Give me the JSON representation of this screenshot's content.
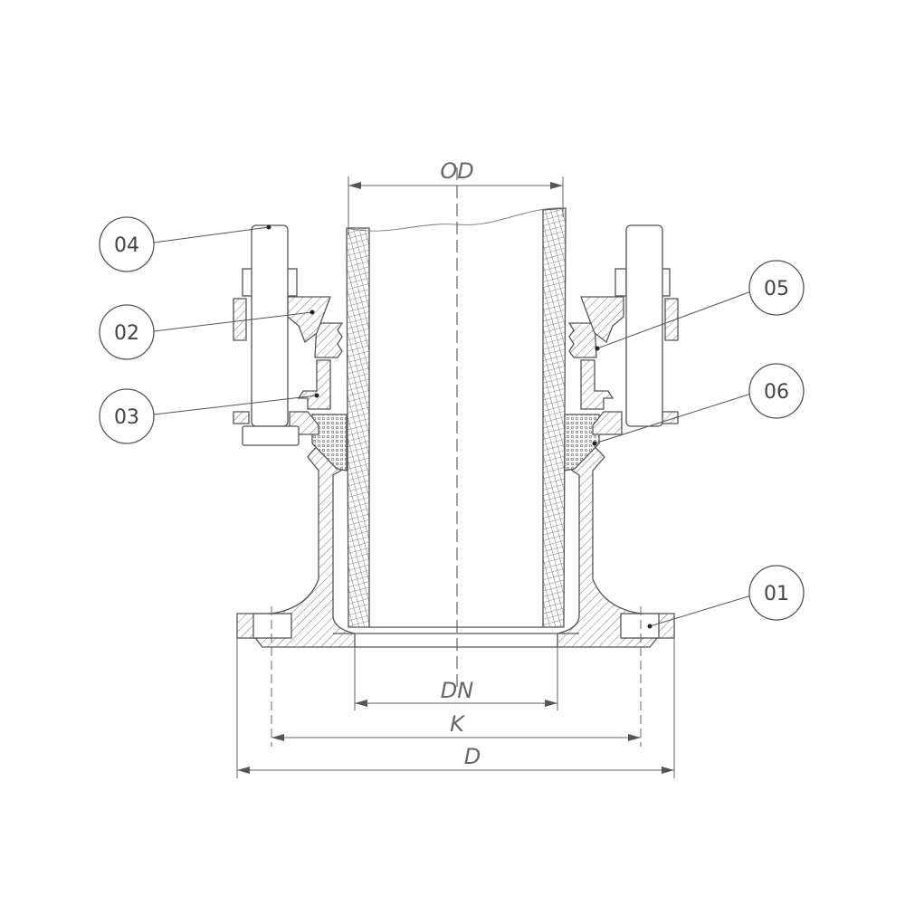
{
  "dimensions": {
    "od": "OD",
    "dn": "DN",
    "k": "K",
    "d": "D"
  },
  "callouts": [
    {
      "id": "01"
    },
    {
      "id": "02"
    },
    {
      "id": "03"
    },
    {
      "id": "04"
    },
    {
      "id": "05"
    },
    {
      "id": "06"
    }
  ]
}
